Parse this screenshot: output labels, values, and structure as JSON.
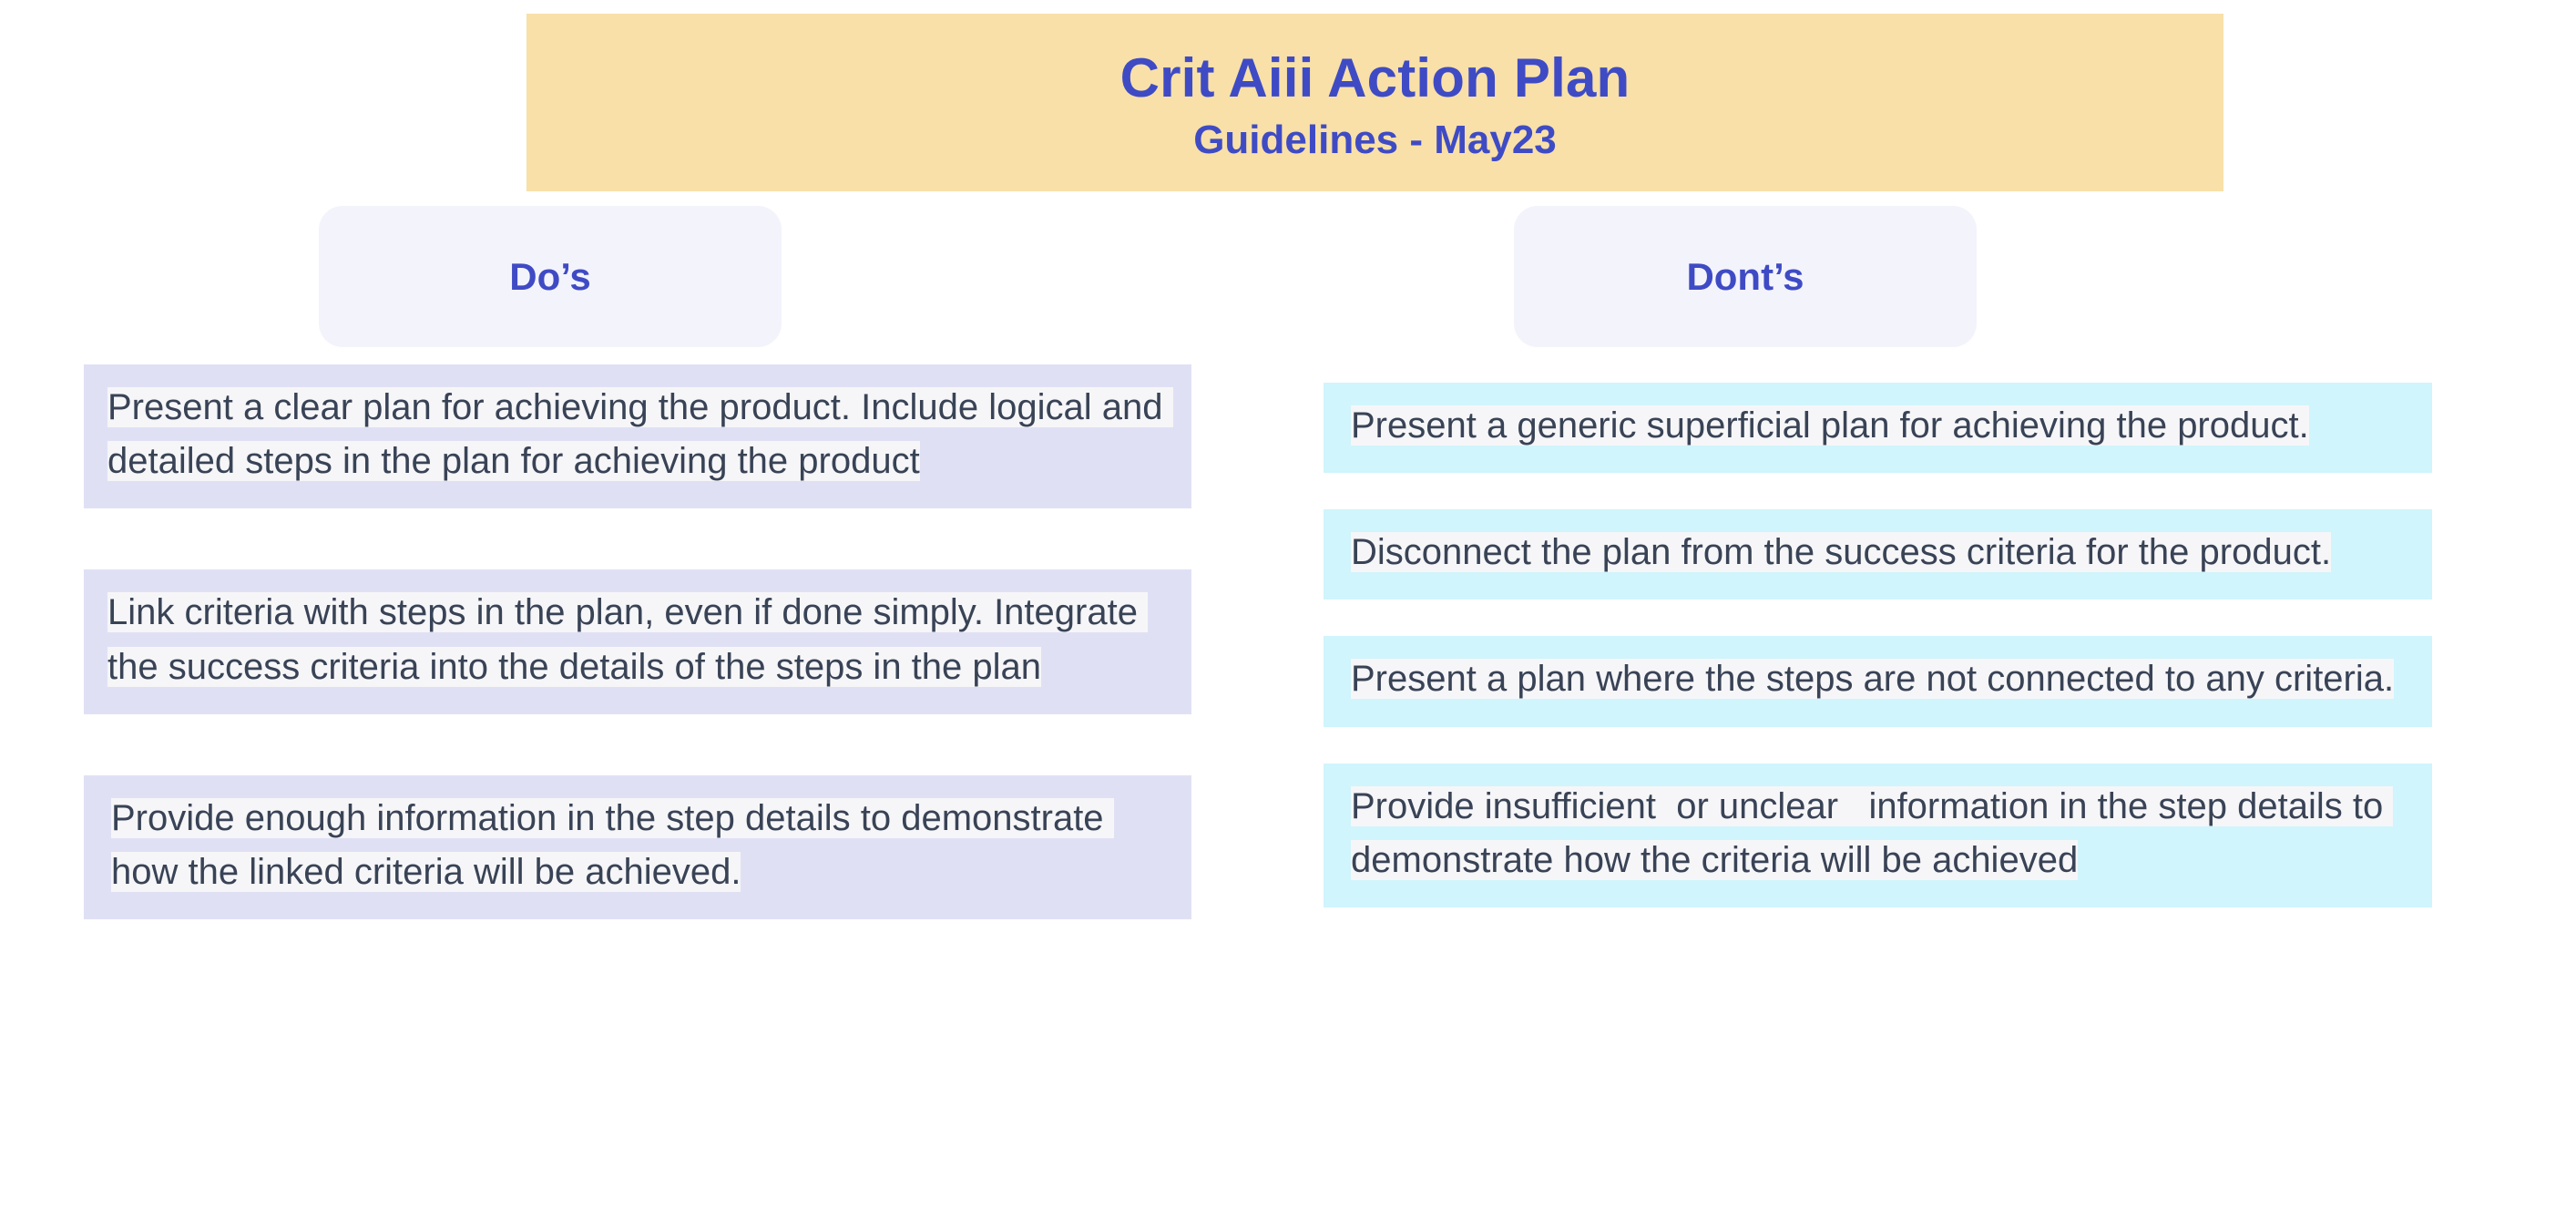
{
  "header": {
    "title": "Crit Aiii Action Plan",
    "subtitle": "Guidelines - May23",
    "background_color": "#f8e0a8",
    "text_color": "#3f4bc4"
  },
  "columns": [
    {
      "key": "dos",
      "heading": "Do’s",
      "pill_background": "#f3f3fc",
      "card_background": "#e0e0f5",
      "items": [
        "Present a clear plan for achieving the product. Include logical and detailed steps in the plan for achieving the product",
        "Link criteria with steps in the plan, even if done simply. Integrate the success criteria into the details of the steps in the plan",
        "Provide enough information in the step details to demonstrate how the linked criteria will be achieved."
      ]
    },
    {
      "key": "donts",
      "heading": "Dont’s",
      "pill_background": "#f3f3fc",
      "card_background": "#d0f5fc",
      "items": [
        "Present a generic superficial plan for achieving the product.",
        "Disconnect the plan from the success criteria for the product.",
        "Present a plan where the steps are not connected to any criteria.",
        "Provide insufficient  or unclear   information in the step details to demonstrate how the criteria will be achieved"
      ]
    }
  ],
  "text_style": {
    "body_color": "#394356",
    "highlight_color": "#f6f6f8"
  }
}
